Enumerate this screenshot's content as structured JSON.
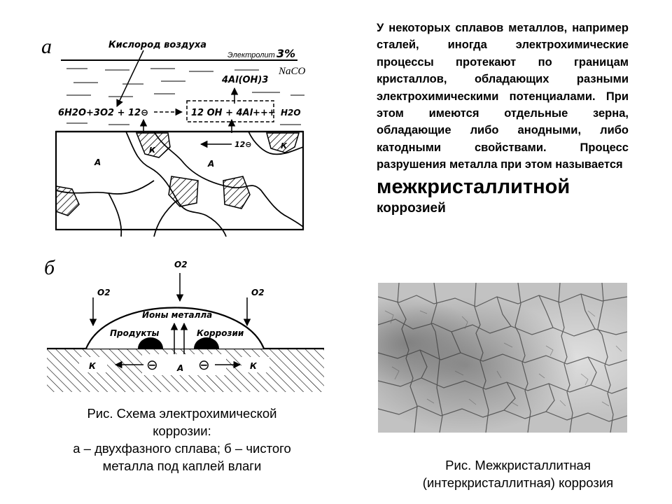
{
  "diagram_a": {
    "letter": "а",
    "oxygen_label": "Кислород воздуха",
    "electrolyte_label": "Электролит",
    "electrolyte_percent": "3%",
    "electrolyte_compound": "NaCO",
    "product_label": "4Al(OH)3",
    "cathode_reaction": "6H2O+3O2 + 12⊖",
    "anode_reaction": "12 OH + 4Al+++",
    "water_label": "H2O",
    "electron_label": "12⊖",
    "anode_marker": "А",
    "cathode_marker": "К"
  },
  "diagram_b": {
    "letter": "б",
    "o2_label": "O2",
    "ions_label": "Ионы металла",
    "products_label": "Продукты",
    "corrosion_label": "Коррозии",
    "anode_marker": "А",
    "cathode_marker": "К",
    "electron_symbol": "⊖"
  },
  "text": {
    "intro": "У некоторых сплавов металлов, например сталей, иногда электрохимические процессы протекают по границам кристаллов, обладающих разными электрохимическими потенциалами. При этом имеются отдельные зерна, обладающие либо анодными, либо катодными свойствами. Процесс разрушения металла при этом называется",
    "emphasis": "межкристаллитной",
    "ending": "коррозией"
  },
  "captions": {
    "left": {
      "line1": "Рис.      Схема электрохимической",
      "line2": "коррозии:",
      "line3": "а – двухфазного сплава; б – чистого",
      "line4": "металла под каплей влаги"
    },
    "right": {
      "line1": "Рис.   Межкристаллитная",
      "line2": "(интеркристаллитная) коррозия"
    }
  }
}
